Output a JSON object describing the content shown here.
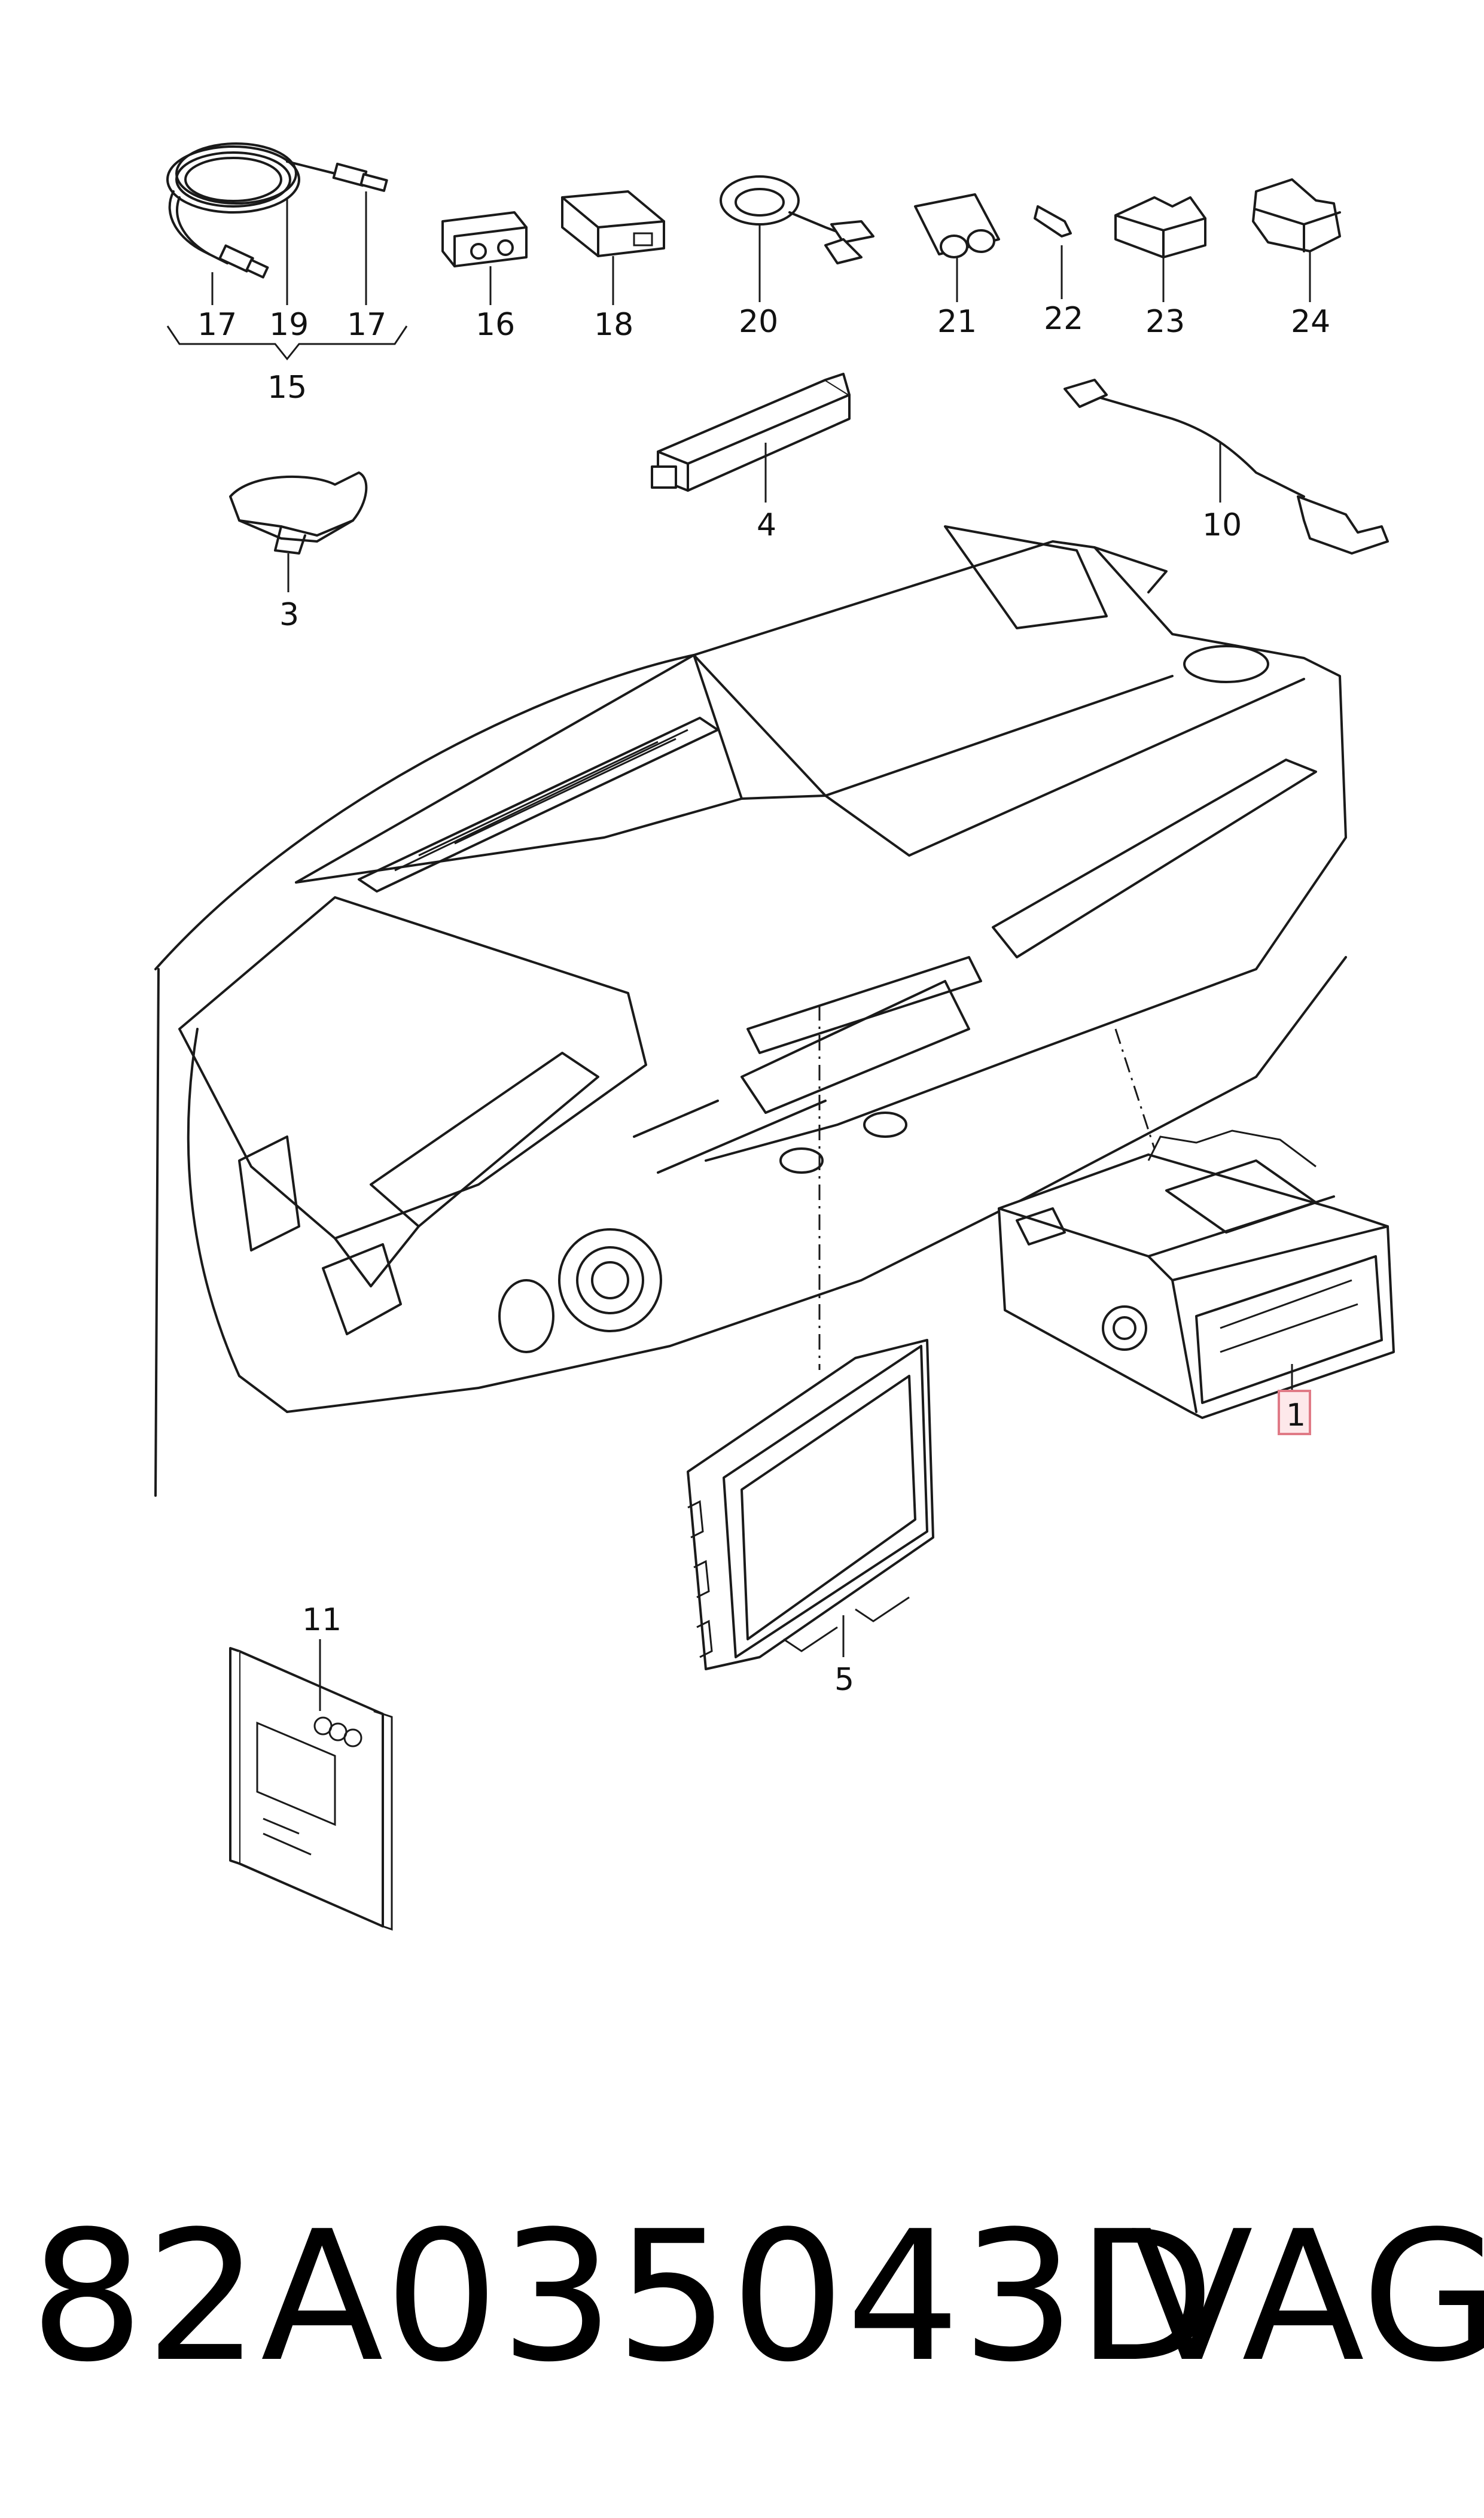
{
  "callouts": {
    "c1": "1",
    "c3": "3",
    "c4": "4",
    "c5": "5",
    "c10": "10",
    "c11": "11",
    "c15": "15",
    "c16": "16",
    "c17a": "17",
    "c17b": "17",
    "c18": "18",
    "c19": "19",
    "c20": "20",
    "c21": "21",
    "c22": "22",
    "c23": "23",
    "c24": "24"
  },
  "footer": {
    "part_number": "82A035043D",
    "brand": "VAG"
  },
  "highlight_color": "#e07a86"
}
